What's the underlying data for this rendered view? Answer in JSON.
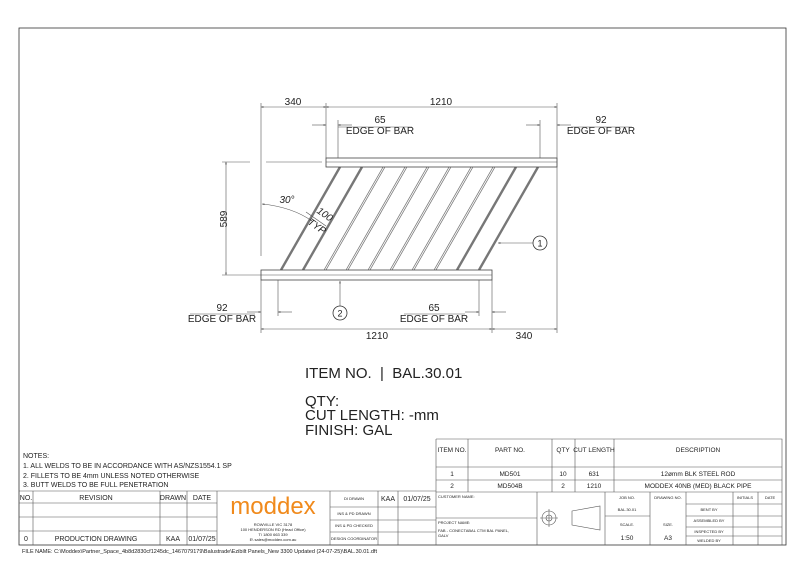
{
  "drawing": {
    "dims": {
      "top_left": "340",
      "top_main": "1210",
      "top_inset_left": "65",
      "top_inset_right": "92",
      "edge_of_bar": "EDGE OF BAR",
      "height": "589",
      "angle": "30°",
      "spacing": "100",
      "spacing_note": "TYP",
      "bottom_inset_left": "92",
      "bottom_inset_right": "65",
      "bottom_main": "1210",
      "bottom_right": "340"
    },
    "callouts": [
      "1",
      "2"
    ],
    "rod_count": 10
  },
  "item_info": {
    "item_no": "ITEM NO.  |  BAL.30.01",
    "qty": "QTY:",
    "cut_length": "CUT LENGTH: -mm",
    "finish": "FINISH: GAL"
  },
  "notes": {
    "title": "NOTES:",
    "lines": [
      "1. ALL WELDS TO BE IN ACCORDANCE WITH AS/NZS1554.1 SP",
      "2. FILLETS TO BE 4mm UNLESS NOTED OTHERWISE",
      "3. BUTT WELDS TO BE FULL PENETRATION"
    ]
  },
  "revisions": {
    "headers": [
      "NO.",
      "REVISION",
      "DRAWN",
      "DATE"
    ],
    "rows": [
      {
        "no": "0",
        "revision": "PRODUCTION DRAWING",
        "drawn": "KAA",
        "date": "01/07/25"
      }
    ]
  },
  "company": {
    "logo": "moddex",
    "brand_color": "#f08a1c",
    "address": [
      "ROWVILLE VIC 3178",
      "100 HENDERSON RD (Head Office)",
      "T\\ 1800 663 339",
      "E\\ sales@moddex.com.au"
    ]
  },
  "signoff": {
    "rows": [
      {
        "label": "DI DRAWN",
        "initials": "KAA",
        "date": "01/07/25"
      },
      {
        "label": "INS & PD DRAWN"
      },
      {
        "label": "INS & PD CHECKED"
      },
      {
        "label": "DESIGN COORDINATOR"
      }
    ]
  },
  "parts": {
    "headers": [
      "ITEM NO.",
      "PART NO.",
      "QTY",
      "CUT LENGTH",
      "DESCRIPTION"
    ],
    "rows": [
      {
        "item": "1",
        "part": "MD501",
        "qty": "10",
        "cut": "631",
        "desc": "12ømm BLK STEEL ROD"
      },
      {
        "item": "2",
        "part": "MD504B",
        "qty": "2",
        "cut": "1210",
        "desc": "MODDEX 40NB (MED) BLACK PIPE"
      }
    ]
  },
  "title_block": {
    "customer_label": "CUSTOMER NAME:",
    "project_label": "PROJECT NAME:",
    "project_value": [
      "FAB - CONECTABAL CTM BAL PANEL,",
      "GALV"
    ],
    "job_no_label": "JOB NO.",
    "job_no": "BAL.30.01",
    "drawing_no_label": "DRAWING NO.",
    "scale_label": "SCALE.",
    "scale": "1:50",
    "size_label": "SIZE.",
    "size": "A3",
    "initials_label": "INITIALS",
    "date_label": "DATE",
    "checks": [
      "BENT BY",
      "ASSEMBLED BY",
      "INSPECTED BY",
      "WELDED BY"
    ]
  },
  "file_name": "FILE NAME: C:\\Moddex\\Partner_Space_4b8d2830cf1245dc_1467079179\\Balustrade\\Ezibilt Panels_New 3300 Updated (24-07-25)\\BAL.30.01.dft"
}
